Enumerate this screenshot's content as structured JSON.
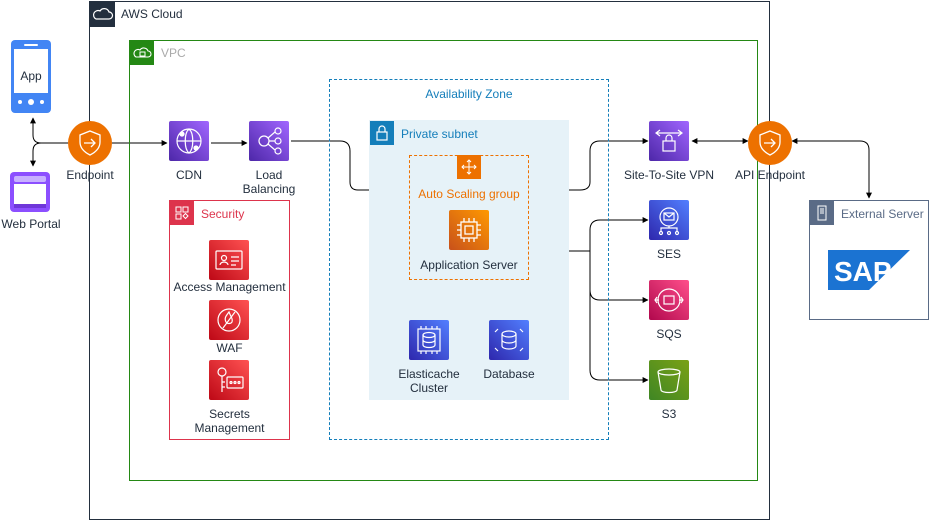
{
  "groups": {
    "aws_cloud": "AWS Cloud",
    "vpc": "VPC",
    "availability_zone": "Availability Zone",
    "private_subnet": "Private subnet",
    "security": "Security",
    "auto_scaling": "Auto Scaling group",
    "external_server": "External Server"
  },
  "nodes": {
    "app": "App",
    "web_portal": "Web Portal",
    "endpoint": "Endpoint",
    "cdn": "CDN",
    "load_balancing_1": "Load",
    "load_balancing_2": "Balancing",
    "access_management": "Access Management",
    "waf": "WAF",
    "secrets_1": "Secrets",
    "secrets_2": "Management",
    "application_server": "Application Server",
    "elasticache_1": "Elasticache",
    "elasticache_2": "Cluster",
    "database": "Database",
    "site_vpn": "Site-To-Site VPN",
    "api_endpoint": "API Endpoint",
    "ses": "SES",
    "sqs": "SQS",
    "s3": "S3",
    "sap_logo": "SAP"
  },
  "colors": {
    "orange": "#ed7100",
    "purple": "#8c4fff",
    "red": "#dd344c",
    "blue": "#2e27ad",
    "green": "#7aa116",
    "vpc_green": "#248814",
    "az_blue": "#147eba",
    "subnet_fill": "#e6f2f8",
    "mobile_blue": "#4285f4",
    "sap_blue": "#1b73d2"
  },
  "icons": {
    "app": "mobile-phone-icon",
    "web_portal": "browser-window-icon",
    "endpoint": "shield-endpoint-icon",
    "cdn": "cloudfront-icon",
    "load_balancing": "elastic-load-balancing-icon",
    "access_management": "iam-identity-card-icon",
    "waf": "waf-firewall-icon",
    "secrets": "secrets-manager-key-icon",
    "auto_scaling": "auto-scaling-arrows-icon",
    "application_server": "ec2-chip-icon",
    "elasticache": "elasticache-icon",
    "database": "rds-database-icon",
    "site_vpn": "site-to-site-vpn-icon",
    "api_endpoint": "shield-endpoint-icon",
    "ses": "ses-email-icon",
    "sqs": "sqs-queue-icon",
    "s3": "s3-bucket-icon",
    "external_server": "server-rack-icon"
  }
}
